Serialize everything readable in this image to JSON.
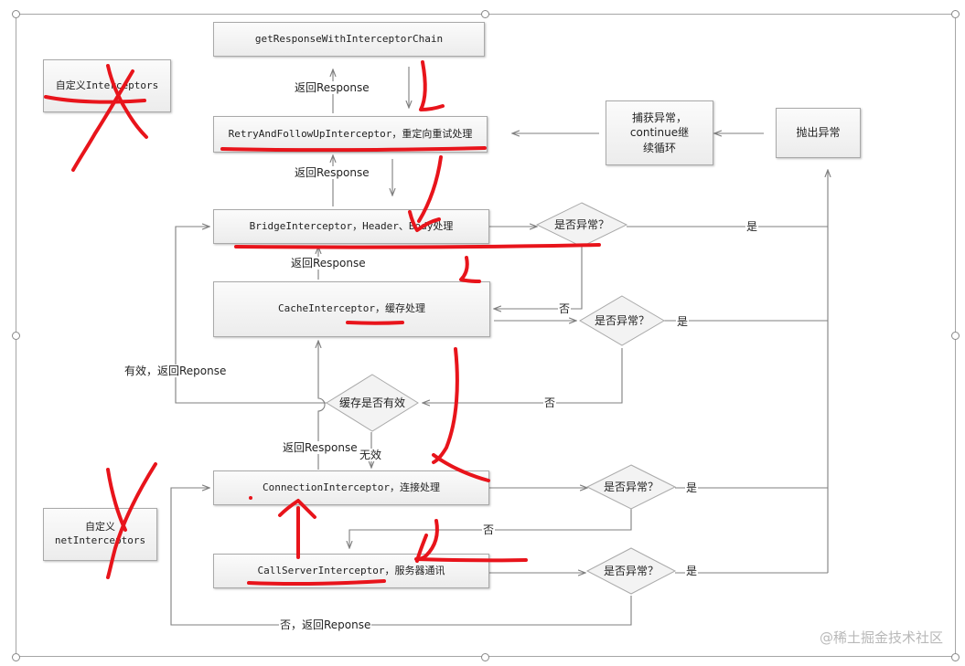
{
  "boxes": {
    "get_response": "getResponseWithInterceptorChain",
    "retry": "RetryAndFollowUpInterceptor，重定向重试处理",
    "bridge": "BridgeInterceptor，Header、Body处理",
    "cache": "CacheInterceptor，缓存处理",
    "connection": "ConnectionInterceptor，连接处理",
    "call_server": "CallServerInterceptor，服务器通讯",
    "custom_interceptors": "自定义Interceptors",
    "custom_net_interceptors": "自定义\nnetInterceptors",
    "catch_exception": "捕获异常，\ncontinue继\n续循环",
    "throw_exception": "抛出异常"
  },
  "decisions": {
    "bridge_exception": "是否异常？",
    "cache_exception": "是否异常？",
    "cache_valid": "缓存是否有效",
    "connection_exception": "是否异常？",
    "call_server_exception": "是否异常？"
  },
  "labels": {
    "return_response_1": "返回Response",
    "return_response_2": "返回Response",
    "return_response_3": "返回Response",
    "return_response_4": "返回Response",
    "yes_1": "是",
    "yes_2": "是",
    "yes_3": "是",
    "yes_4": "是",
    "no_1": "否",
    "no_2": "否",
    "no_3": "否",
    "valid_return": "有效，返回Reponse",
    "invalid": "无效",
    "no_return": "否，返回Reponse"
  },
  "watermark": "@稀土掘金技术社区",
  "colors": {
    "annotation_red": "#e8141b",
    "line_gray": "#7f7f7f",
    "box_border": "#a9a9a9"
  }
}
